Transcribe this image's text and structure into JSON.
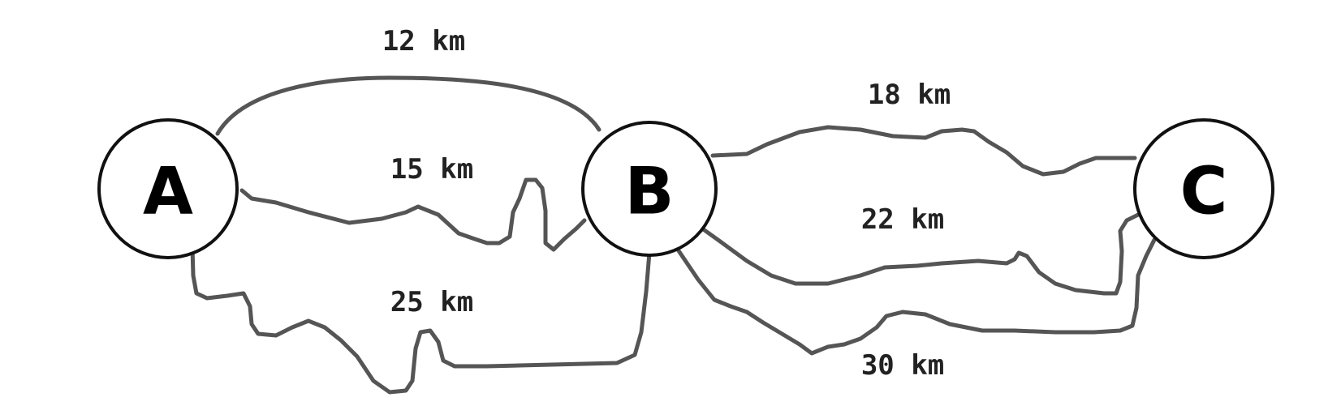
{
  "nodes": [
    {
      "id": "A",
      "label": "A"
    },
    {
      "id": "B",
      "label": "B"
    },
    {
      "id": "C",
      "label": "C"
    }
  ],
  "routes": [
    {
      "from": "A",
      "to": "B",
      "distance": "12 km"
    },
    {
      "from": "A",
      "to": "B",
      "distance": "15 km"
    },
    {
      "from": "A",
      "to": "B",
      "distance": "25 km"
    },
    {
      "from": "B",
      "to": "C",
      "distance": "18 km"
    },
    {
      "from": "B",
      "to": "C",
      "distance": "22 km"
    },
    {
      "from": "B",
      "to": "C",
      "distance": "30 km"
    }
  ],
  "colors": {
    "route_stroke": "#555555",
    "node_stroke": "#111111",
    "text": "#222222"
  }
}
